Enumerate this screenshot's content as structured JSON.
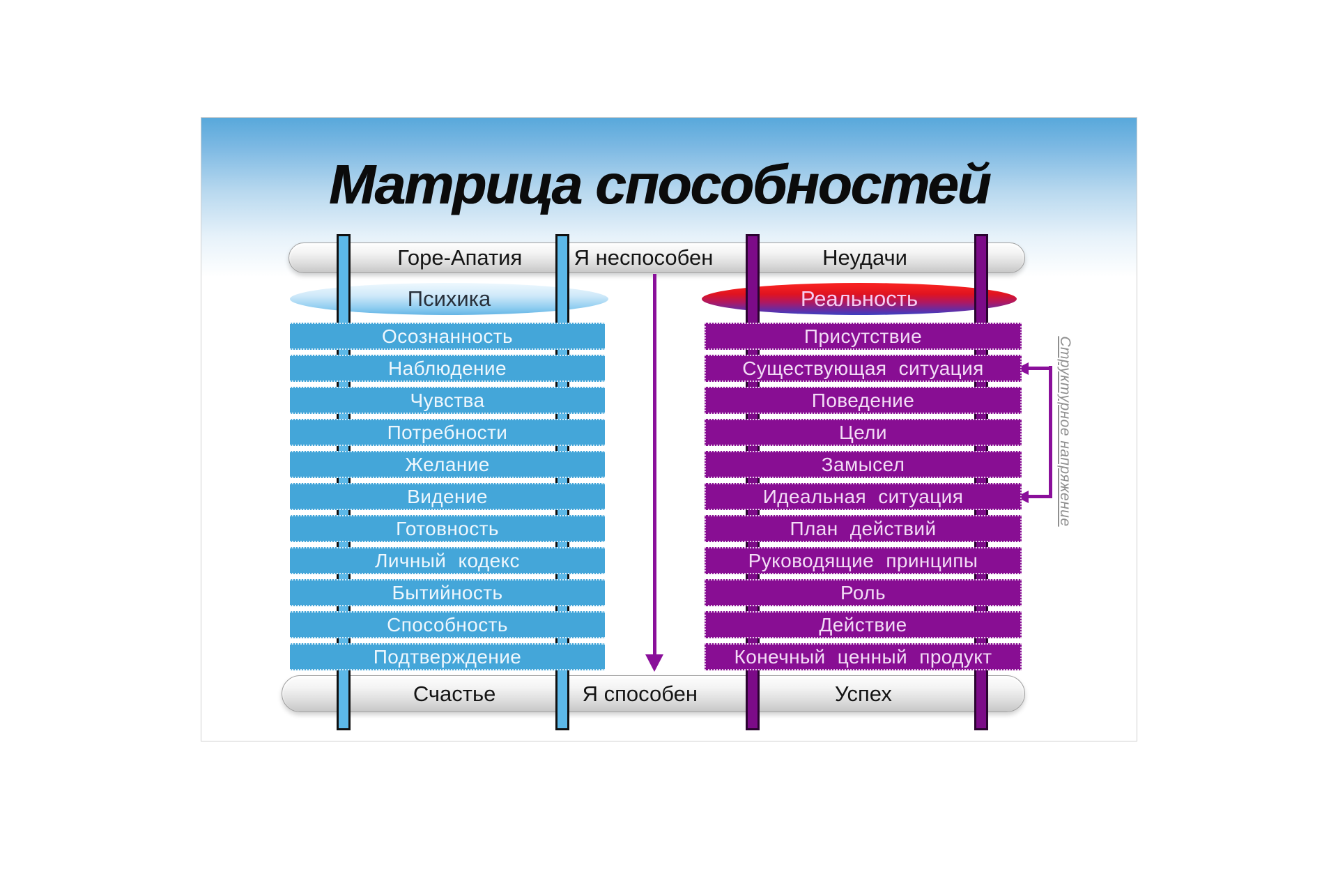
{
  "title": "Матрица способностей",
  "top_bar": {
    "left": "Горе-Апатия",
    "middle": "Я неспособен",
    "right": "Неудачи"
  },
  "bottom_bar": {
    "left": "Счастье",
    "middle": "Я способен",
    "right": "Успех"
  },
  "left_column": {
    "header": "Психика",
    "items": [
      "Осознанность",
      "Наблюдение",
      "Чувства",
      "Потребности",
      "Желание",
      "Видение",
      "Готовность",
      "Личный кодекс",
      "Бытийность",
      "Способность",
      "Подтверждение"
    ]
  },
  "right_column": {
    "header": "Реальность",
    "items": [
      "Присутствие",
      "Существующая ситуация",
      "Поведение",
      "Цели",
      "Замысел",
      "Идеальная ситуация",
      "План действий",
      "Руководящие принципы",
      "Роль",
      "Действие",
      "Конечный ценный продукт"
    ]
  },
  "side_label": "Структурное напряжение",
  "colors": {
    "blue_bar": "#44a6d9",
    "purple_bar": "#880e93",
    "blue_post": "#5cb8e8",
    "purple_post": "#7c0b88",
    "accent_purple": "#8a0f9a",
    "ellipse_left_text": "#28303a",
    "ellipse_right_text": "#f6cdf2"
  }
}
